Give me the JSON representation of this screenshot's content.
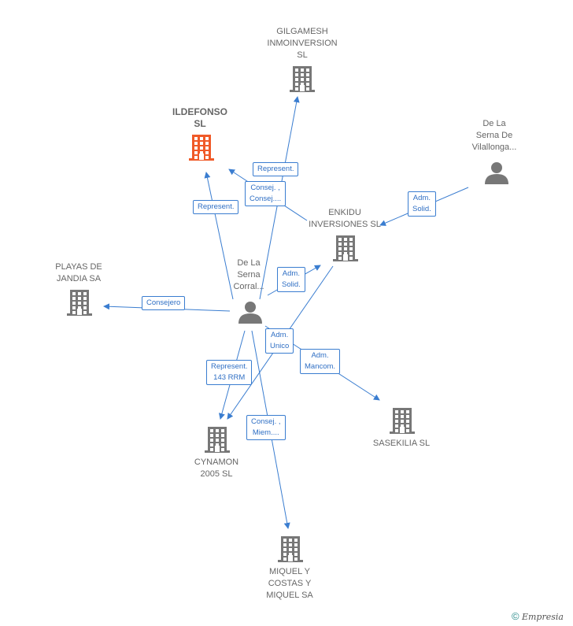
{
  "nodes": {
    "gilgamesh": {
      "label": "GILGAMESH\nINMOINVERSION\nSL",
      "kind": "company"
    },
    "ildefonso": {
      "label": "ILDEFONSO\nSL",
      "kind": "company",
      "focus": true
    },
    "de_la_serna_vilallonga": {
      "label": "De La\nSerna De\nVilallonga...",
      "kind": "person"
    },
    "enkidu": {
      "label": "ENKIDU\nINVERSIONES SL",
      "kind": "company"
    },
    "playas_de_jandia": {
      "label": "PLAYAS DE\nJANDIA SA",
      "kind": "company"
    },
    "de_la_serna_corral": {
      "label": "De La\nSerna\nCorral...",
      "kind": "person"
    },
    "cynamon": {
      "label": "CYNAMON\n2005  SL",
      "kind": "company"
    },
    "sasekilia": {
      "label": "SASEKILIA  SL",
      "kind": "company"
    },
    "miquel_y_costas": {
      "label": "MIQUEL Y\nCOSTAS Y\nMIQUEL SA",
      "kind": "company"
    }
  },
  "edges": [
    {
      "from": "de_la_serna_corral",
      "to": "gilgamesh",
      "label": "Represent."
    },
    {
      "from": "de_la_serna_corral",
      "to": "ildefonso",
      "label": "Represent."
    },
    {
      "from": "enkidu",
      "to": "ildefonso",
      "label": "Consej. ,\nConsej...."
    },
    {
      "from": "de_la_serna_vilallonga",
      "to": "enkidu",
      "label": "Adm.\nSolid."
    },
    {
      "from": "de_la_serna_corral",
      "to": "enkidu",
      "label": "Adm.\nSolid."
    },
    {
      "from": "de_la_serna_corral",
      "to": "playas_de_jandia",
      "label": "Consejero"
    },
    {
      "from": "enkidu",
      "to": "cynamon",
      "label": "Adm.\nUnico"
    },
    {
      "from": "de_la_serna_corral",
      "to": "cynamon",
      "label": "Represent.\n143 RRM"
    },
    {
      "from": "de_la_serna_corral",
      "to": "sasekilia",
      "label": "Adm.\nMancom."
    },
    {
      "from": "de_la_serna_corral",
      "to": "miquel_y_costas",
      "label": "Consej. ,\nMiem...."
    }
  ],
  "colors": {
    "edge": "#3a7dd0",
    "company_icon": "#777777",
    "focus_icon": "#f05a28",
    "person_icon": "#777777"
  },
  "watermark": {
    "symbol": "©",
    "brand": "Empresia"
  }
}
